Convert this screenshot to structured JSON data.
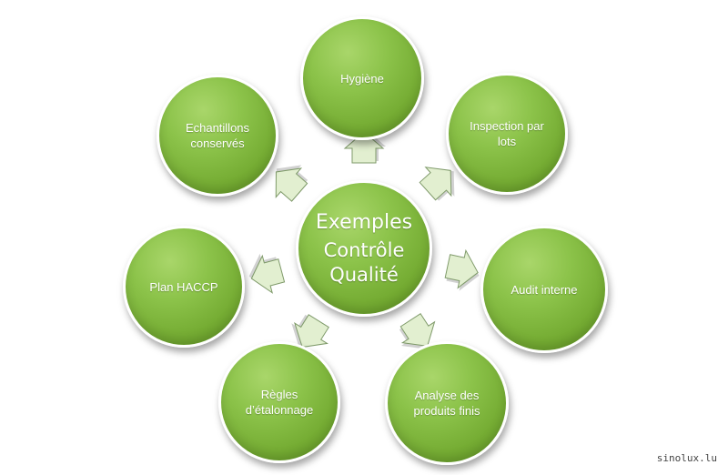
{
  "center": {
    "line1": "Exemples",
    "line2": "Contrôle\nQualité"
  },
  "nodes": [
    {
      "label": "Hygiène"
    },
    {
      "label": "Inspection par\nlots"
    },
    {
      "label": "Audit interne"
    },
    {
      "label": "Analyse des\nproduits finis"
    },
    {
      "label": "Règles\nd’étalonnage"
    },
    {
      "label": "Plan HACCP"
    },
    {
      "label": "Echantillons\nconservés"
    }
  ],
  "watermark": "sinolux.lu",
  "colors": {
    "node_fill": "#7cb53a",
    "arrow_fill": "#e2efd0",
    "arrow_stroke": "#7f9a6a",
    "text": "#ffffff"
  }
}
